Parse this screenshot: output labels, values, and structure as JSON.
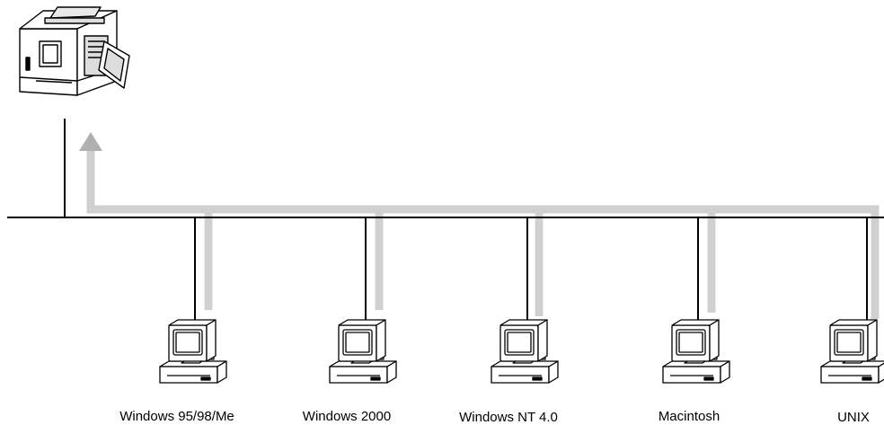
{
  "diagram": {
    "colors": {
      "network_line": "#000000",
      "data_flow": "#d0d0d0",
      "arrow_head": "#b0b0b0",
      "device_outline": "#000000",
      "device_fill": "#ffffff"
    },
    "printer": {
      "icon": "printer-icon"
    },
    "clients": [
      {
        "label": "Windows 95/98/Me",
        "icon": "computer-icon"
      },
      {
        "label": "Windows 2000",
        "icon": "computer-icon"
      },
      {
        "label": "Windows NT 4.0",
        "icon": "computer-icon"
      },
      {
        "label": "Macintosh",
        "icon": "computer-icon"
      },
      {
        "label": "UNIX",
        "icon": "computer-icon"
      }
    ]
  }
}
